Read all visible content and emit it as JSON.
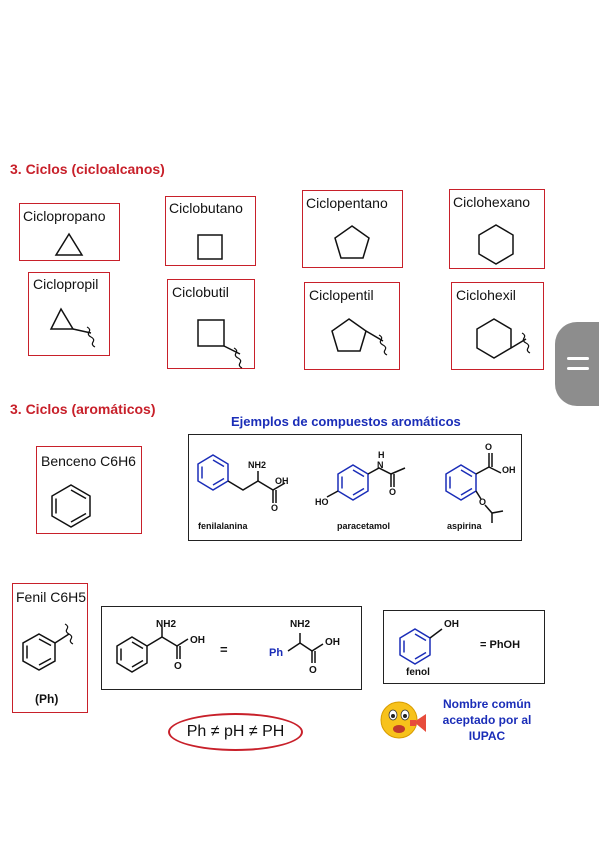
{
  "section1": {
    "title": "3. Ciclos (cicloalcanos)",
    "row1": [
      "Ciclopropano",
      "Ciclobutano",
      "Ciclopentano",
      "Ciclohexano"
    ],
    "row2": [
      "Ciclopropil",
      "Ciclobutil",
      "Ciclopentil",
      "Ciclohexil"
    ]
  },
  "section2": {
    "title": "3. Ciclos (aromáticos)",
    "examples_title": "Ejemplos de compuestos aromáticos",
    "benzene_label": "Benceno",
    "benzene_formula": "C6H6",
    "compounds": [
      "fenilalanina",
      "paracetamol",
      "aspirina"
    ]
  },
  "phenyl": {
    "label": "Fenil",
    "formula": "C6H5",
    "abbr": "(Ph)",
    "equals": "=",
    "ph": "Ph",
    "fenol": "fenol",
    "phoh": "= PhOH",
    "pill": "Ph ≠ pH ≠ PH",
    "note": "Nombre común aceptado por al IUPAC"
  },
  "atoms": {
    "nh2": "NH2",
    "oh": "OH",
    "o": "O",
    "h": "H",
    "n": "N",
    "ho": "HO"
  },
  "colors": {
    "red": "#c8202a",
    "blue": "#1a2db8"
  }
}
